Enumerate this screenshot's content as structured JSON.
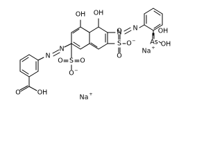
{
  "labels": {
    "hydroxyl_top": "OH",
    "hydroxyl_left": "OH",
    "azo_right_n1": "N",
    "azo_right_n2": "N",
    "azo_left_n1": "N",
    "azo_left_n2": "N",
    "arsonic_as": "As",
    "arsonic_oh_top": "OH",
    "arsonic_oh_right": "OH",
    "sulfonate_right_s": "S",
    "sulfonate_right_o_top": "O",
    "sulfonate_right_o_bottom": "O",
    "sulfonate_right_o_minus": "O",
    "sulfonate_right_minus": "−",
    "sulfonate_left_s": "S",
    "sulfonate_left_o_left": "O",
    "sulfonate_left_o_right": "O",
    "sulfonate_left_o_minus": "O",
    "sulfonate_left_minus": "−",
    "carboxyl_o": "O",
    "carboxyl_oh": "OH",
    "sodium_1": "Na",
    "sodium_1_charge": "+",
    "sodium_2": "Na",
    "sodium_2_charge": "+"
  }
}
